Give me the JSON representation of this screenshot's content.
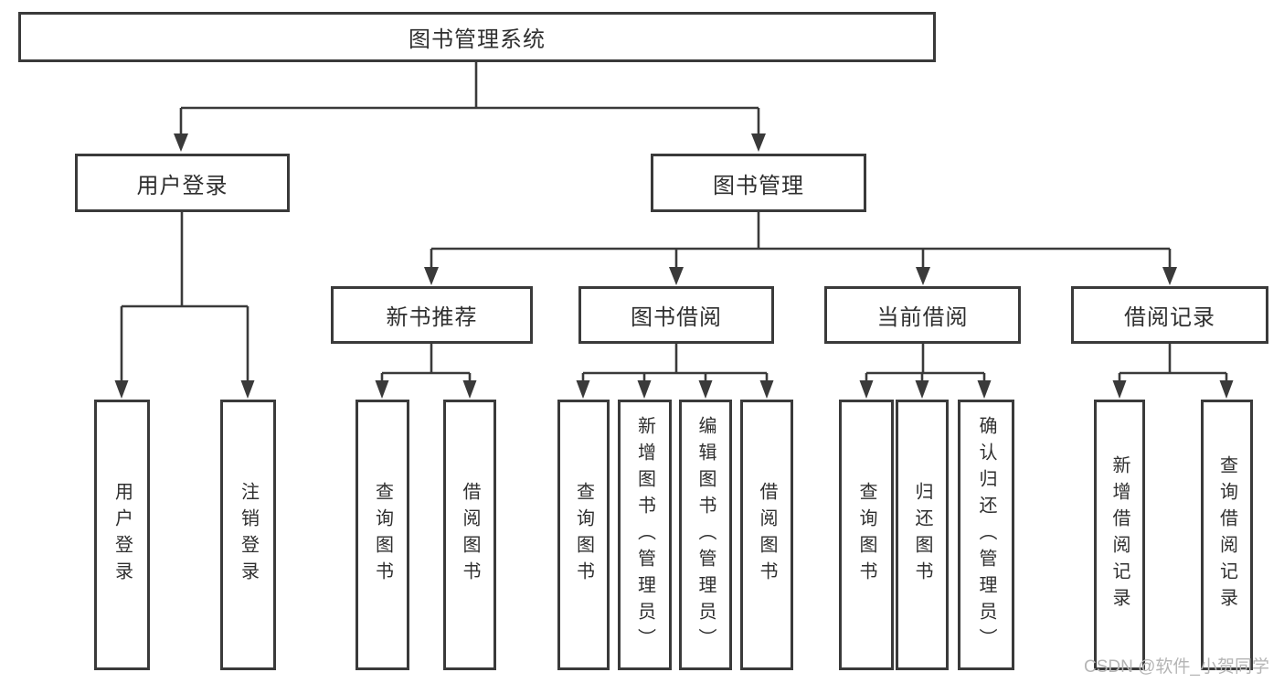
{
  "diagram": {
    "root": {
      "label": "图书管理系统"
    },
    "level2": [
      {
        "label": "用户登录",
        "children": [
          {
            "label": "用户登录"
          },
          {
            "label": "注销登录"
          }
        ]
      },
      {
        "label": "图书管理",
        "sections": [
          {
            "label": "新书推荐",
            "children": [
              {
                "label": "查询图书"
              },
              {
                "label": "借阅图书"
              }
            ]
          },
          {
            "label": "图书借阅",
            "children": [
              {
                "label": "查询图书"
              },
              {
                "label": "新增图书（管理员）"
              },
              {
                "label": "编辑图书（管理员）"
              },
              {
                "label": "借阅图书"
              }
            ]
          },
          {
            "label": "当前借阅",
            "children": [
              {
                "label": "查询图书"
              },
              {
                "label": "归还图书"
              },
              {
                "label": "确认归还（管理员）"
              }
            ]
          },
          {
            "label": "借阅记录",
            "children": [
              {
                "label": "新增借阅记录"
              },
              {
                "label": "查询借阅记录"
              }
            ]
          }
        ]
      }
    ],
    "watermark": "CSDN @软件_小贺同学",
    "colors": {
      "line": "#3a3a3a",
      "text": "#2f2f2f",
      "watermark": "#b5b5b5",
      "background": "#ffffff"
    }
  }
}
